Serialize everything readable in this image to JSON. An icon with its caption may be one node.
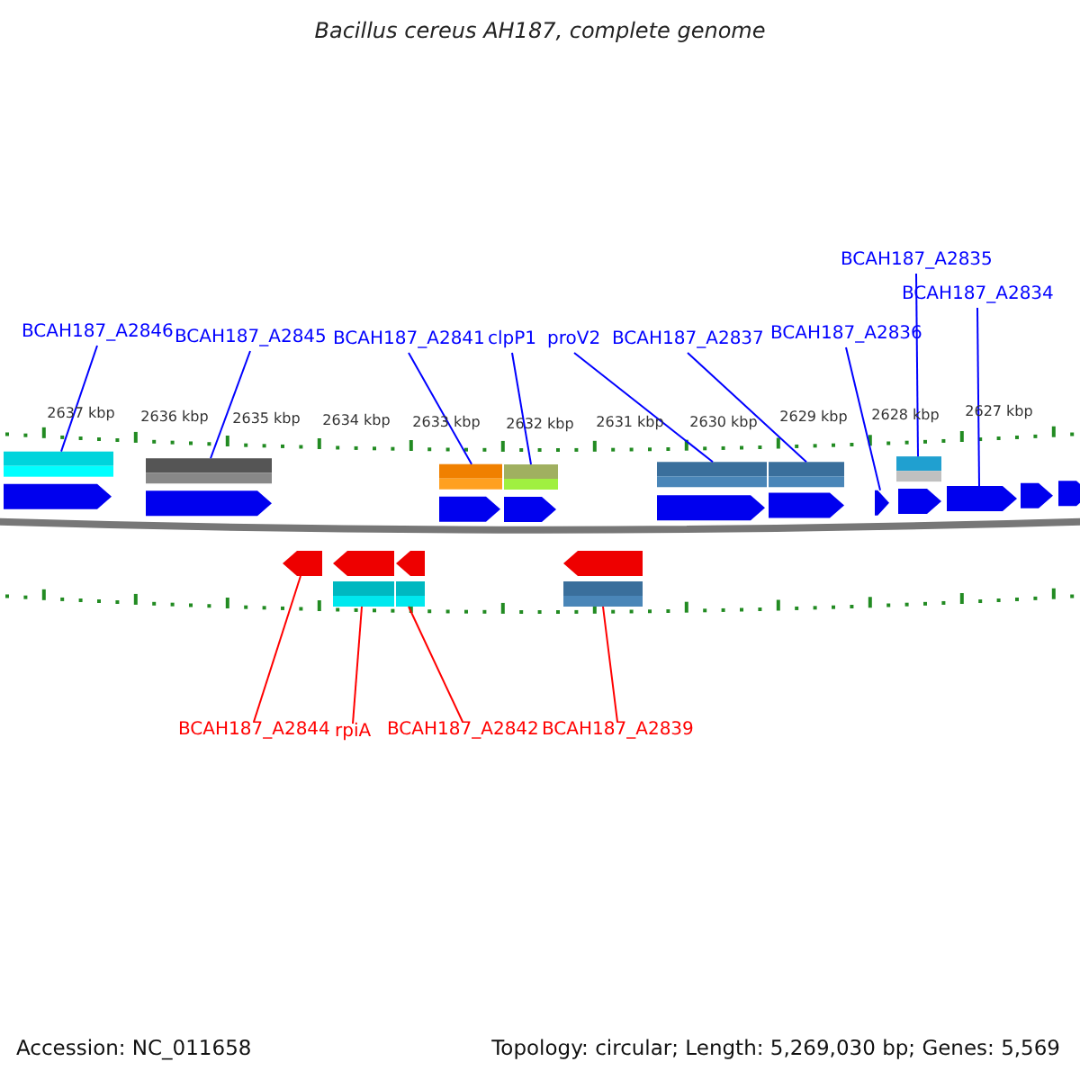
{
  "diagram": {
    "title": "Bacillus cereus AH187, complete genome",
    "nodes": [
      {
        "text": [
          "BCAH187_A2846"
        ]
      },
      {
        "text": [
          "BCAH187_A2845"
        ]
      },
      {
        "text": [
          "BCAH187_A2841"
        ]
      },
      {
        "text": [
          "clpP1"
        ]
      },
      {
        "text": [
          "proV2"
        ]
      },
      {
        "text": [
          "BCAH187_A2837"
        ]
      },
      {
        "text": [
          "BCAH187_A2836"
        ]
      },
      {
        "text": [
          "BCAH187_A2835"
        ]
      },
      {
        "text": [
          "BCAH187_A2834"
        ]
      },
      {
        "text": [
          "BCAH187_A2844"
        ]
      },
      {
        "text": [
          "rpiA"
        ]
      },
      {
        "text": [
          "BCAH187_A2842"
        ]
      },
      {
        "text": [
          "BCAH187_A2839"
        ]
      },
      {
        "text": [],
        "shape": "bar"
      },
      {
        "text": [],
        "shape": "bar"
      },
      {
        "text": [],
        "shape": "bar"
      },
      {
        "text": [],
        "shape": "bar"
      },
      {
        "text": [],
        "shape": "bar"
      },
      {
        "text": [],
        "shape": "bar"
      },
      {
        "text": [],
        "shape": "pentagon"
      },
      {
        "text": [],
        "shape": "bar"
      },
      {
        "text": [],
        "shape": "pentagon"
      },
      {
        "text": [],
        "shape": "pentagon"
      },
      {
        "text": [],
        "shape": "bar"
      },
      {
        "text": [],
        "shape": "bar"
      },
      {
        "text": [],
        "shape": "bar"
      },
      {
        "text": [],
        "shape": "pentagon"
      },
      {
        "text": [],
        "shape": "pentagon"
      },
      {
        "text": [],
        "shape": "pentagon"
      },
      {
        "text": [],
        "shape": "pentagon"
      },
      {
        "text": [],
        "shape": "pentagon"
      },
      {
        "text": [],
        "shape": "pentagon"
      },
      {
        "text": [],
        "shape": "pentagon"
      },
      {
        "text": [],
        "shape": "pentagon"
      },
      {
        "text": [],
        "shape": "pentagon"
      },
      {
        "text": [],
        "shape": "pentagon"
      },
      {
        "text": [],
        "shape": "pentagon"
      },
      {
        "text": [],
        "shape": "pentagon"
      }
    ],
    "edges": [
      {
        "from": 0,
        "to": 13,
        "arrow": "none"
      },
      {
        "from": 1,
        "to": 14,
        "arrow": "none"
      },
      {
        "from": 2,
        "to": 15,
        "arrow": "none"
      },
      {
        "from": 3,
        "to": 16,
        "arrow": "none"
      },
      {
        "from": 4,
        "to": 17,
        "arrow": "none"
      },
      {
        "from": 5,
        "to": 18,
        "arrow": "none"
      },
      {
        "from": 6,
        "to": 19,
        "arrow": "none"
      },
      {
        "from": 7,
        "to": 20,
        "arrow": "none"
      },
      {
        "from": 8,
        "to": 21,
        "arrow": "none"
      },
      {
        "from": 9,
        "to": 22,
        "arrow": "none",
        "color": "#ff0000"
      },
      {
        "from": 10,
        "to": 23,
        "arrow": "none",
        "color": "#ff0000"
      },
      {
        "from": 11,
        "to": 24,
        "arrow": "none",
        "color": "#ff0000"
      },
      {
        "from": 12,
        "to": 25,
        "arrow": "none",
        "color": "#ff0000"
      }
    ],
    "labels": [
      "2637 kbp",
      "2636 kbp",
      "2635 kbp",
      "2634 kbp",
      "2633 kbp",
      "2632 kbp",
      "2631 kbp",
      "2630 kbp",
      "2629 kbp",
      "2628 kbp",
      "2627 kbp",
      "Accession: NC_011658",
      "Topology: circular; Length: 5,269,030 bp; Genes: 5,569"
    ]
  }
}
